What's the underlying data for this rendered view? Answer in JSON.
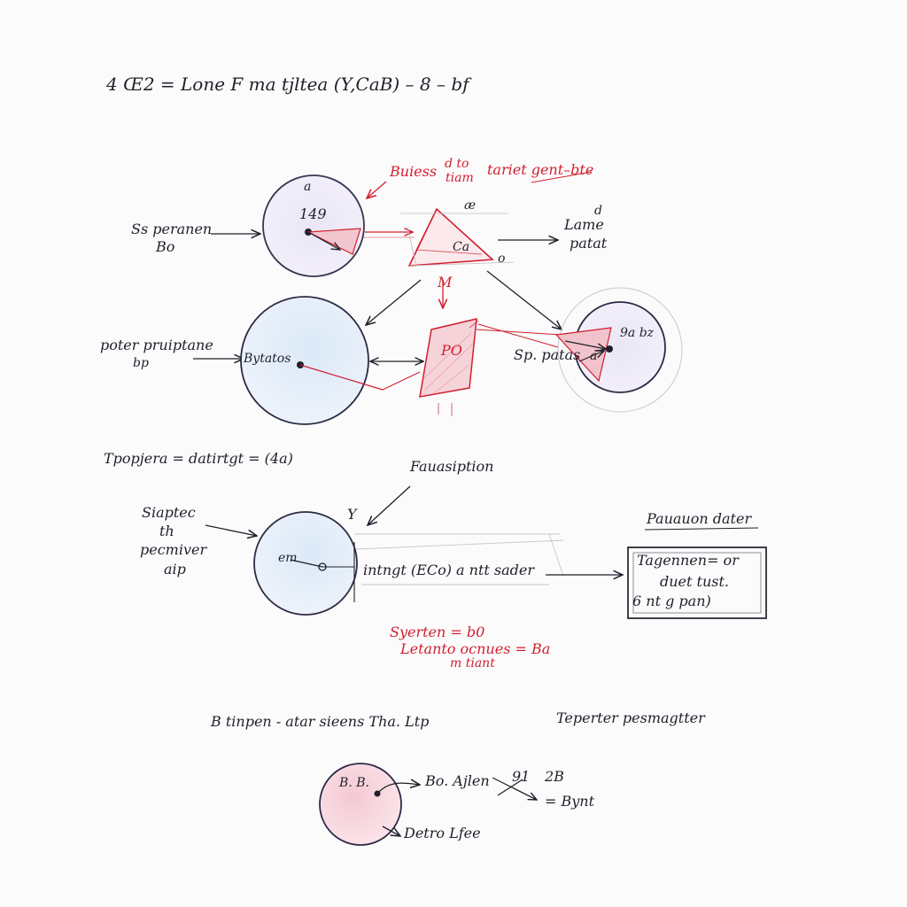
{
  "title": "4 Œ2 = Lone F  ma tjltea (Y,CaB) – 8 – bf",
  "colors": {
    "ink": "#1f1f2a",
    "red": "#d11f2e",
    "blue_fill": "#cfe0f3",
    "pink_fill": "#f6cdd6"
  },
  "row1": {
    "red_note_a": "Buiess",
    "red_note_b": "d  to",
    "red_note_c": "tiam",
    "red_note_d": "tariet  gent–bte",
    "left_label_1": "Ss peranen",
    "left_label_2": "Bo",
    "circle_top": "a",
    "circle_center": "149",
    "tri_top": "æ",
    "tri_center": "Ca",
    "tri_corner": "o",
    "right_label_1": "Lame",
    "right_label_1_mark": "d",
    "right_label_2": "patat",
    "down_mark": "M"
  },
  "row2": {
    "left_label_1": "poter pruiptane",
    "left_label_2": "bp",
    "circle_label": "Bytatos",
    "quad_label": "PO",
    "right_label": "Sp. patas",
    "right_circle_label": "9a bz",
    "right_circle_mark": "a"
  },
  "row3": {
    "formula": "Tpopjera = datirtgt = (4a)",
    "top_label": "Fauasiption",
    "left_label": [
      "Siaptec",
      "th",
      "pecmiver",
      "aip"
    ],
    "circle_label": "em",
    "mid_label": "intngt (ECo) a ntt sader",
    "box_title": "Pauauon  dater",
    "box_lines": [
      "Tagennen= or",
      "duet  tust.",
      "6  nt g pan)"
    ],
    "mark": "Y"
  },
  "red_block": {
    "line1": "Syerten  =  b0",
    "line2": "Letanto  ocnues = Ba",
    "line3": "m tiant"
  },
  "row4": {
    "left_caption": "B  tinpen - atar  sieens  Tha.     Ltp",
    "right_caption": "Teperter  pesmagtter",
    "circle_label": "B. B.",
    "arrow_label": "Bo. Ajlen",
    "cross_label": "91",
    "right_top": "2B",
    "right_bottom": "= Bynt",
    "bottom_label": "Detro  Lfee"
  }
}
